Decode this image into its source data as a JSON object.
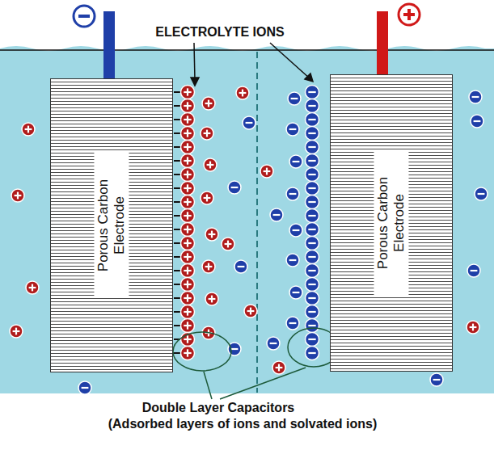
{
  "diagram": {
    "nodes": [
      {
        "text": [
          "Porous Carbon Electrode"
        ]
      },
      {
        "text": [
          "Porous Carbon Electrode"
        ]
      }
    ],
    "labels": [
      "ELECTROLYTE IONS",
      "Double Layer Capacitors",
      "(Adsorbed layers of ions and solvated ions)"
    ]
  }
}
